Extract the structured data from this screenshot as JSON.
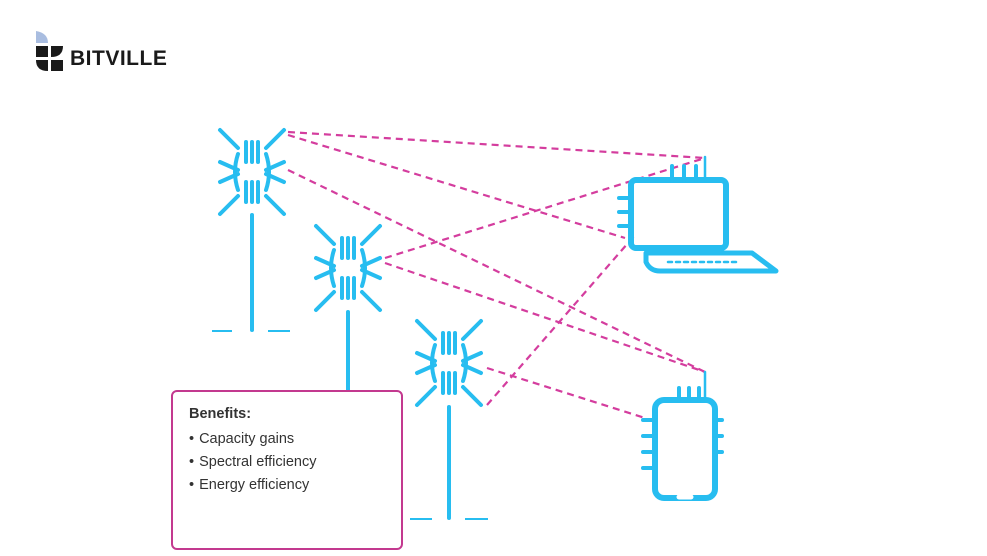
{
  "brand": {
    "name": "BITVILLE",
    "colors": {
      "logo_dark": "#1a1a1a",
      "logo_light": "#a9bde0"
    }
  },
  "colors": {
    "device": "#27bdf0",
    "link": "#d43d9e",
    "box_border": "#c3398f",
    "text": "#333333"
  },
  "benefits": {
    "title": "Benefits:",
    "items": [
      "Capacity gains",
      "Spectral efficiency",
      "Energy efficiency"
    ]
  },
  "nodes": [
    {
      "id": "tower-1",
      "icon": "cell-tower-icon"
    },
    {
      "id": "tower-2",
      "icon": "cell-tower-icon"
    },
    {
      "id": "tower-3",
      "icon": "cell-tower-icon"
    },
    {
      "id": "laptop",
      "icon": "laptop-icon"
    },
    {
      "id": "phone",
      "icon": "smartphone-icon"
    }
  ],
  "links": [
    {
      "from": "tower-1",
      "to": "laptop"
    },
    {
      "from": "tower-1",
      "to": "laptop"
    },
    {
      "from": "tower-1",
      "to": "phone"
    },
    {
      "from": "tower-2",
      "to": "laptop"
    },
    {
      "from": "tower-2",
      "to": "phone"
    },
    {
      "from": "tower-3",
      "to": "laptop"
    },
    {
      "from": "tower-3",
      "to": "phone"
    }
  ]
}
